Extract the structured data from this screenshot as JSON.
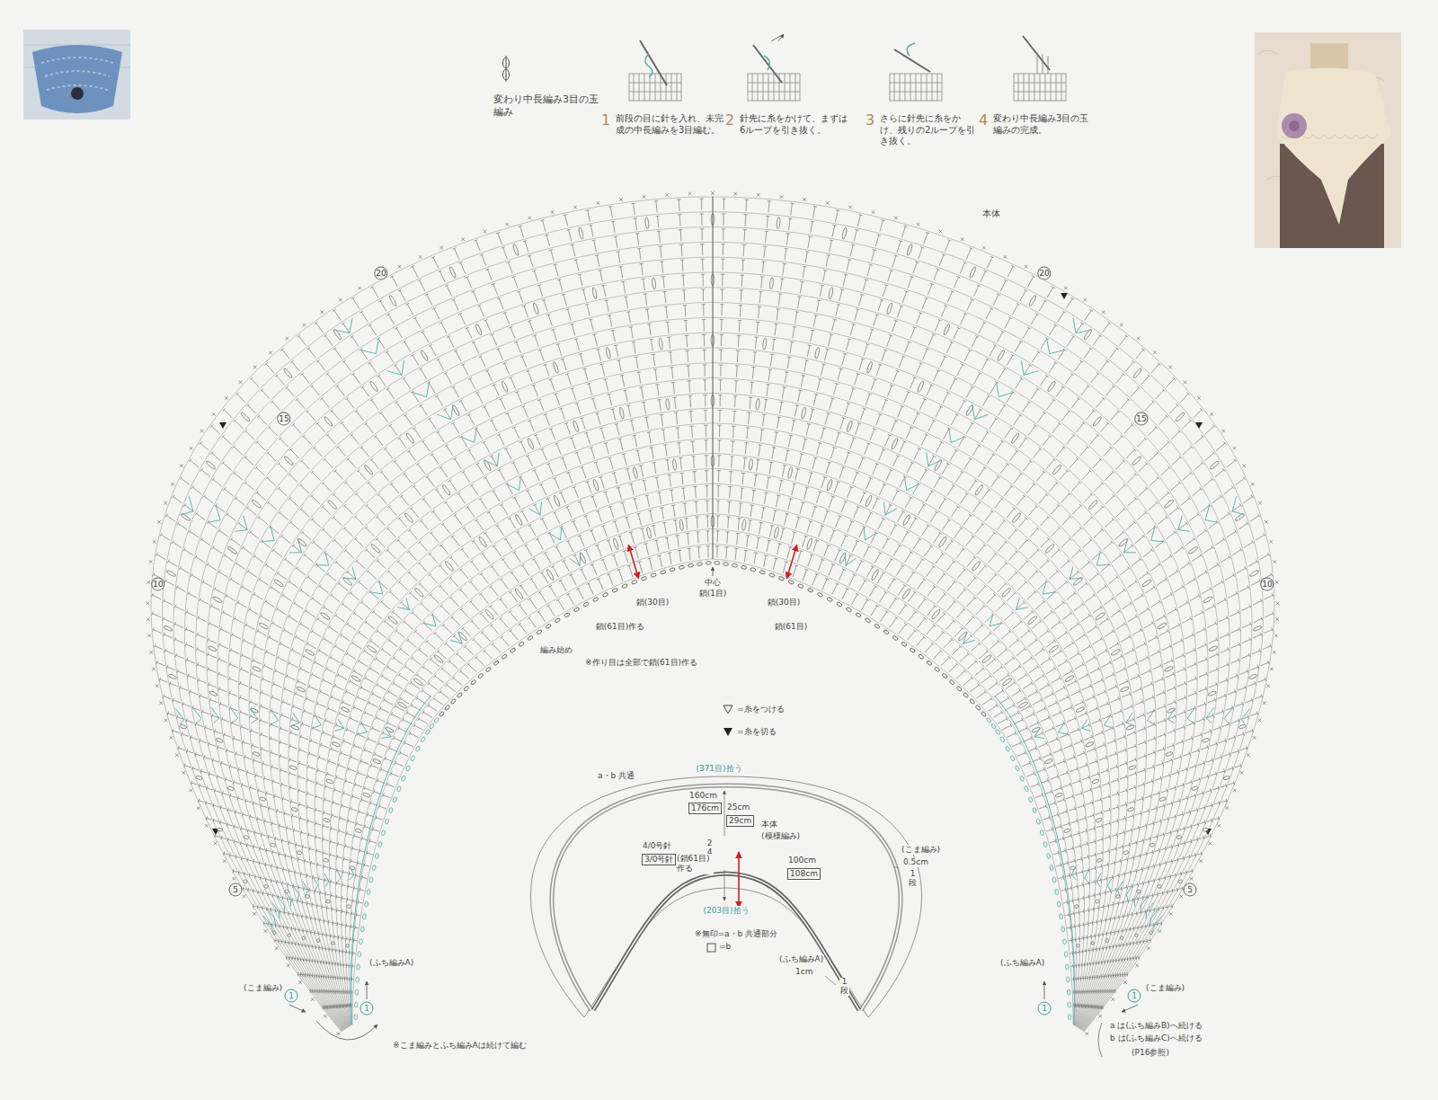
{
  "diagram": {
    "labels": [
      "変わり中長編み3目の玉編み",
      "1",
      "前段の目に針を入れ、未完成の中長編みを3目編む。",
      "2",
      "針先に糸をかけて、まずは6ループを引き抜く。",
      "3",
      "さらに針先に糸をかけ、残りの2ループを引き抜く。",
      "4",
      "変わり中長編み3目の玉編みの完成。",
      "本体",
      "中心",
      "鎖(1目)",
      "鎖(30目)",
      "鎖(30目)",
      "鎖(61目)作る",
      "鎖(61目)",
      "編み始め",
      "※作り目は全部で鎖(61目)作る",
      "a・b 共通",
      "(371目)拾う",
      "160cm",
      "176cm",
      "25cm",
      "29cm",
      "本体",
      "(模様編み)",
      "4/0号針",
      "3/0号針",
      "24段",
      "(鎖61目)作る",
      "100cm",
      "108cm",
      "(203目)拾う",
      "(こま編み)",
      "0.5cm",
      "1段",
      "※無印=a・b 共通部分",
      "=b",
      "(ふち編みA)",
      "1cm",
      "1段",
      "(こま編み)",
      "1",
      "(ふち編みA)",
      "1",
      "※こま編みとふち編みAは続けて編む",
      "(ふち編みA)",
      "1",
      "1",
      "(こま編み)",
      "a は(ふち編みB)へ続ける",
      "b は(ふち編みC)へ続ける",
      "(P16参照)",
      "20",
      "15",
      "10",
      "5",
      "20",
      "15",
      "10",
      "5"
    ],
    "legend": [
      {
        "text": "=糸をつける"
      },
      {
        "text": "=糸を切る"
      }
    ]
  }
}
